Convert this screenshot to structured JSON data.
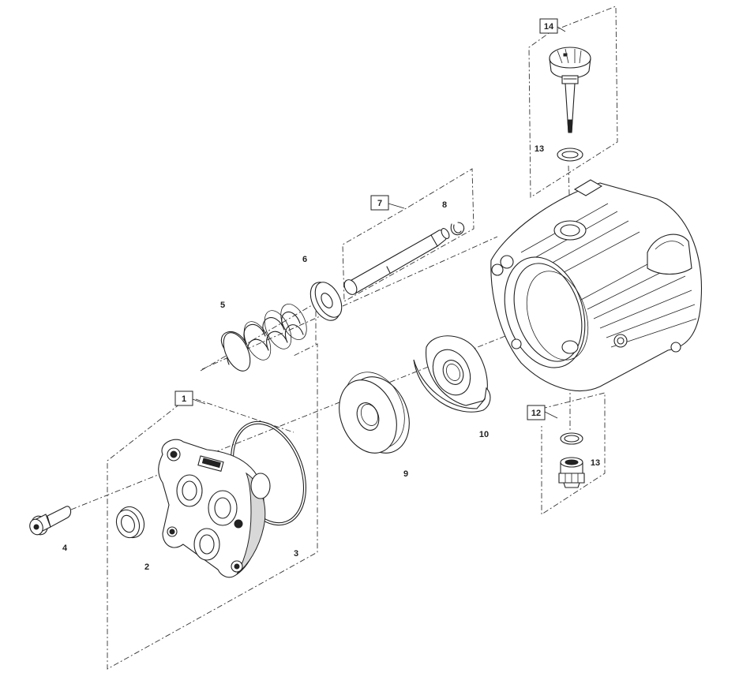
{
  "callouts": {
    "c1": "1",
    "c2": "2",
    "c3": "3",
    "c4": "4",
    "c5": "5",
    "c6": "6",
    "c7": "7",
    "c8": "8",
    "c9": "9",
    "c10": "10",
    "c12": "12",
    "c13a": "13",
    "c13b": "13",
    "c14": "14"
  },
  "colors": {
    "line": "#222222",
    "background": "#ffffff"
  }
}
